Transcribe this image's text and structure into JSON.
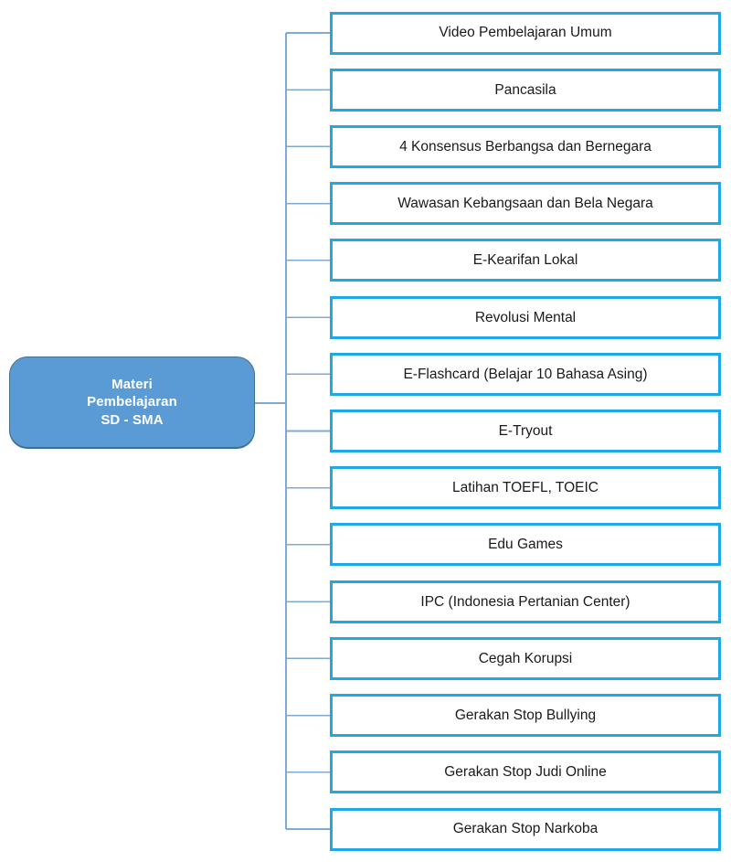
{
  "diagram": {
    "type": "tree-mindmap",
    "orientation": "left-root-right-leaves",
    "root": {
      "label": "Materi\nPembelajaran\nSD - SMA",
      "label_lines": [
        "Materi",
        "Pembelajaran",
        "SD - SMA"
      ],
      "fill_color": "#5B9BD5",
      "border_color": "#41718F",
      "text_color": "#FFFFFF"
    },
    "leaf_style": {
      "fill_color": "#FFFFFF",
      "border_color": "#1FA8E8",
      "text_color": "#1A1A1A"
    },
    "connector_color": "#7FAAD4",
    "background_color": "#FFFFFF",
    "leaves": [
      {
        "label": "Video Pembelajaran Umum"
      },
      {
        "label": "Pancasila"
      },
      {
        "label": "4 Konsensus Berbangsa dan Bernegara"
      },
      {
        "label": "Wawasan Kebangsaan dan Bela Negara"
      },
      {
        "label": "E-Kearifan Lokal"
      },
      {
        "label": "Revolusi Mental"
      },
      {
        "label": "E-Flashcard (Belajar 10 Bahasa Asing)"
      },
      {
        "label": "E-Tryout"
      },
      {
        "label": "Latihan TOEFL, TOEIC"
      },
      {
        "label": "Edu Games"
      },
      {
        "label": "IPC (Indonesia Pertanian Center)"
      },
      {
        "label": "Cegah Korupsi"
      },
      {
        "label": "Gerakan Stop Bullying"
      },
      {
        "label": "Gerakan Stop Judi Online"
      },
      {
        "label": "Gerakan Stop Narkoba"
      }
    ]
  }
}
